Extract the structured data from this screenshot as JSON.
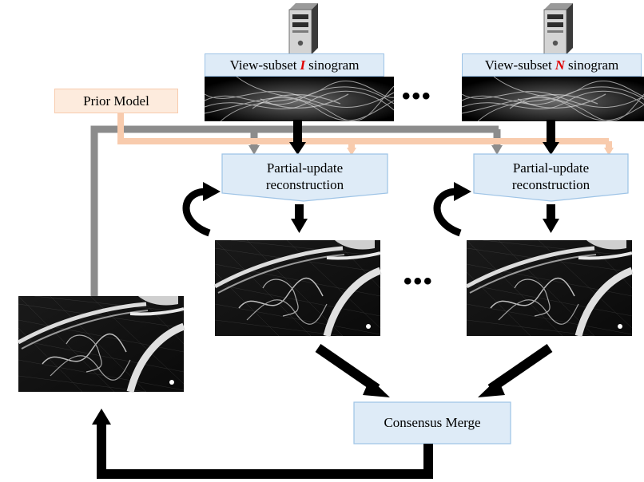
{
  "subsets": [
    {
      "prefix": "View-subset",
      "index": "I",
      "suffix": "sinogram"
    },
    {
      "prefix": "View-subset",
      "index": "N",
      "suffix": "sinogram"
    }
  ],
  "prior_model": "Prior Model",
  "partial_update": {
    "line1": "Partial-update",
    "line2": "reconstruction"
  },
  "consensus_merge": "Consensus Merge",
  "ellipsis": "•••",
  "colors": {
    "subset_fill": "#deebf7",
    "subset_border": "#9dc3e6",
    "prior_fill": "#fdebdd",
    "prior_line": "#f8cbad",
    "feedback_gray": "#8c8c8c",
    "subset_index": "#e00000",
    "arrow": "#000000"
  }
}
